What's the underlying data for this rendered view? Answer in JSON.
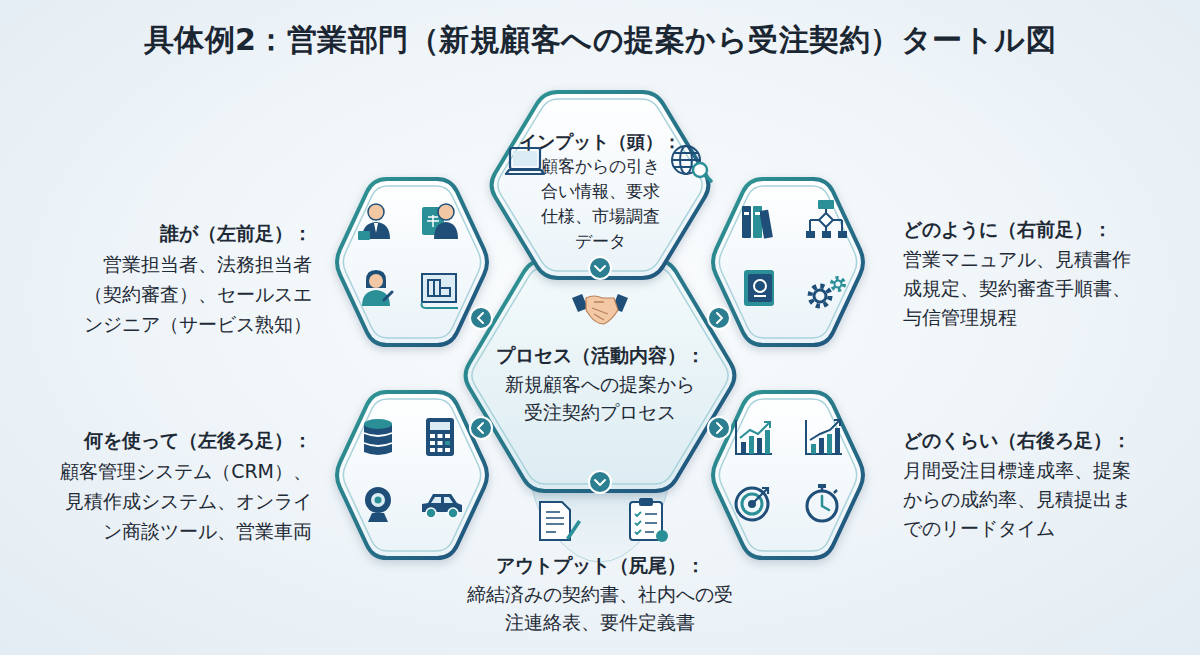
{
  "diagram": {
    "title": "具体例2：営業部門（新規顧客への提案から受注契約）タートル図",
    "nodes": [
      {
        "text": [
          "インプット（頭）：",
          "顧客からの引き合い情報、要求仕様、市場調査データ"
        ]
      },
      {
        "text": [
          "誰が（左前足）：",
          "営業担当者、法務担当者（契約審査）、セールスエンジニア（サービス熟知）"
        ]
      },
      {
        "text": [
          "どのように（右前足）：",
          "営業マニュアル、見積書作成規定、契約審査手順書、与信管理規程"
        ]
      },
      {
        "text": [
          "プロセス（活動内容）：",
          "新規顧客への提案から受注契約プロセス"
        ]
      },
      {
        "text": [
          "何を使って（左後ろ足）：",
          "顧客管理システム（CRM）、見積作成システム、オンライン商談ツール、営業車両"
        ]
      },
      {
        "text": [
          "どのくらい（右後ろ足）：",
          "月間受注目標達成率、提案からの成約率、見積提出までのリードタイム"
        ]
      },
      {
        "text": [
          "アウトプット（尻尾）：",
          "締結済みの契約書、社内への受注連絡表、要件定義書"
        ]
      }
    ]
  }
}
